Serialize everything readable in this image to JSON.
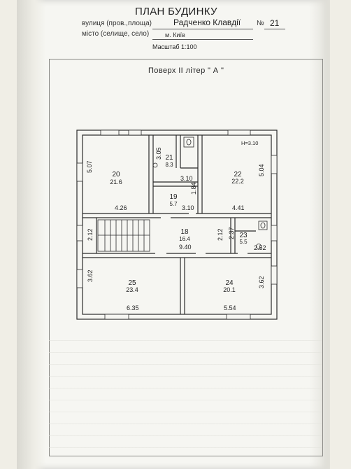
{
  "header": {
    "title": "ПЛАН БУДИНКУ",
    "street_label": "вулиця (пров.,площа)",
    "street_value": "Радченко Клавдії",
    "number_label": "№",
    "number_value": "21",
    "city_label": "місто (селище, село)",
    "city_value": "м. Київ",
    "scale": "Масштаб 1:100"
  },
  "floor_title": "Поверх  ІІ  літер \" А \"",
  "ceiling_height": "Н=3.10",
  "rooms": [
    {
      "id": "room-20",
      "number": "20",
      "area": "21.6"
    },
    {
      "id": "room-21",
      "number": "21",
      "area": "8.3"
    },
    {
      "id": "room-19",
      "number": "19",
      "area": "5.7"
    },
    {
      "id": "room-22",
      "number": "22",
      "area": "22.2"
    },
    {
      "id": "room-18",
      "number": "18",
      "area": "16.4"
    },
    {
      "id": "room-23",
      "number": "23",
      "area": "5.5"
    },
    {
      "id": "room-25",
      "number": "25",
      "area": "23.4"
    },
    {
      "id": "room-24",
      "number": "24",
      "area": "20.1"
    }
  ],
  "dimensions": {
    "d_507": "5.07",
    "d_305": "3.05",
    "d_310_a": "3.10",
    "d_184": "1.84",
    "d_504": "5.04",
    "d_426": "4.26",
    "d_310_b": "3.10",
    "d_441": "4.41",
    "d_212_a": "2.12",
    "d_212_b": "2.12",
    "d_237": "2.37",
    "d_940": "9.40",
    "d_252": "2.52",
    "d_362_a": "3.62",
    "d_362_b": "3.62",
    "d_635": "6.35",
    "d_554": "5.54"
  }
}
